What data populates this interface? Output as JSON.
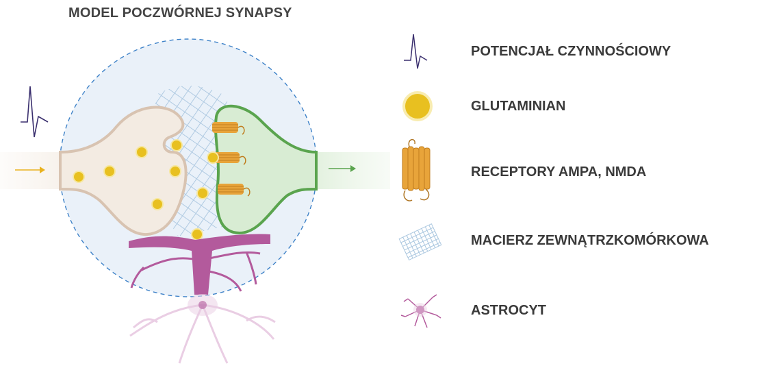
{
  "title": "MODEL POCZWÓRNEJ SYNAPSY",
  "legend": [
    {
      "label": "POTENCJAŁ CZYNNOŚCIOWY",
      "icon": "action-potential-icon"
    },
    {
      "label": "GLUTAMINIAN",
      "icon": "glutamate-icon"
    },
    {
      "label": "RECEPTORY AMPA, NMDA",
      "icon": "receptor-icon"
    },
    {
      "label": "MACIERZ ZEWNĄTRZKOMÓRKOWA",
      "icon": "extracellular-matrix-icon"
    },
    {
      "label": "ASTROCYT",
      "icon": "astrocyte-icon"
    }
  ],
  "colors": {
    "presynaptic": "#f3ebe2",
    "presynaptic_outline": "#d8c3b1",
    "postsynaptic": "#d8ecd3",
    "postsynaptic_outline": "#5aa44e",
    "glutamate": "#e8c020",
    "receptor": "#e8a43a",
    "astrocyte": "#b35a9c",
    "astrocyte_light": "#ecd3e6",
    "matrix": "#a9c6df",
    "spike": "#3a2f6e",
    "arrow_in": "#e9b21f",
    "arrow_out": "#5aa44e",
    "circle_bg": "#eaf1f9",
    "circle_border": "#3e82c8"
  }
}
